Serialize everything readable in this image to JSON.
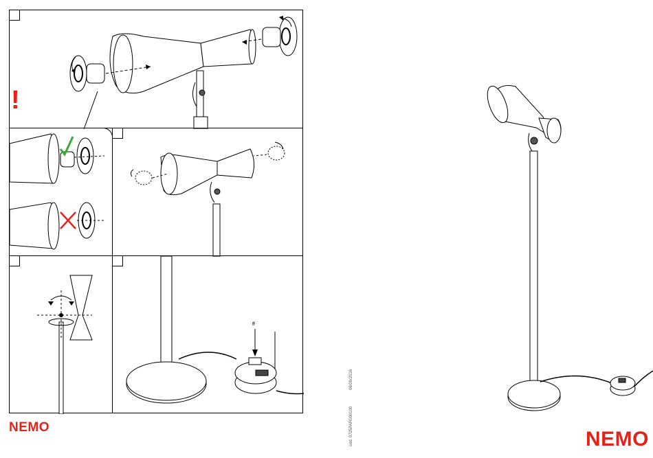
{
  "brand": {
    "logo_small": "NEMO",
    "logo_large": "NEMO",
    "brand_color": "#e2231a"
  },
  "warning": {
    "symbol": "!"
  },
  "labels": {
    "switch_label": "ff"
  },
  "footer": {
    "code": "cod. 0725PAR000100",
    "date": "06/09/2016"
  },
  "colors": {
    "ok_check": "#3aa935",
    "error_cross": "#e2231a",
    "line": "#000000"
  }
}
